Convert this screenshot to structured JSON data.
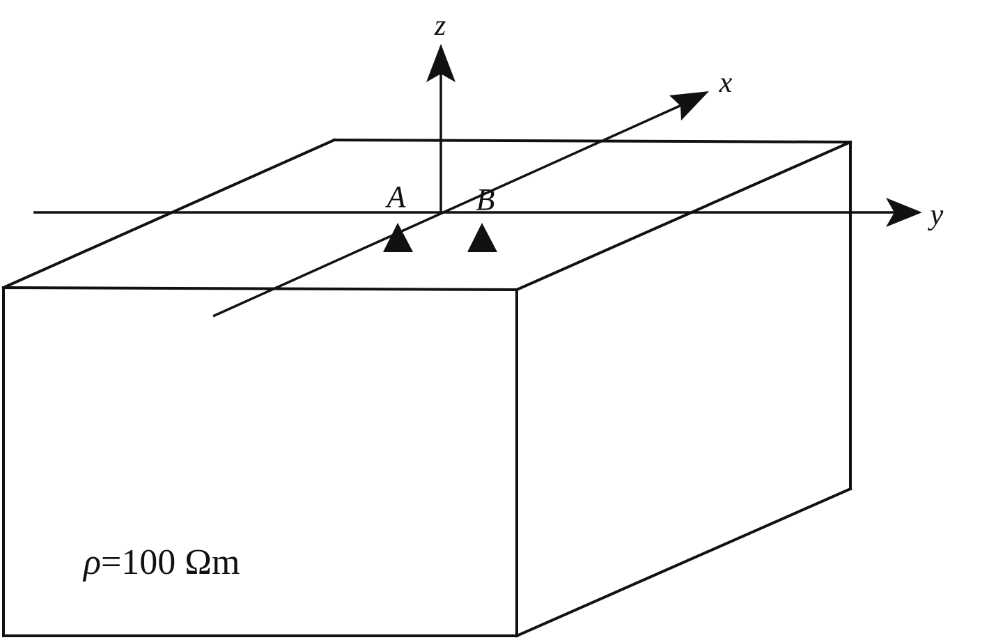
{
  "axes": {
    "x_label": "x",
    "y_label": "y",
    "z_label": "z"
  },
  "stations": {
    "a_label": "A",
    "b_label": "B"
  },
  "medium": {
    "rho_symbol": "ρ",
    "resistivity_text": "=100 Ωm"
  },
  "colors": {
    "line": "#111111",
    "background": "#ffffff"
  }
}
